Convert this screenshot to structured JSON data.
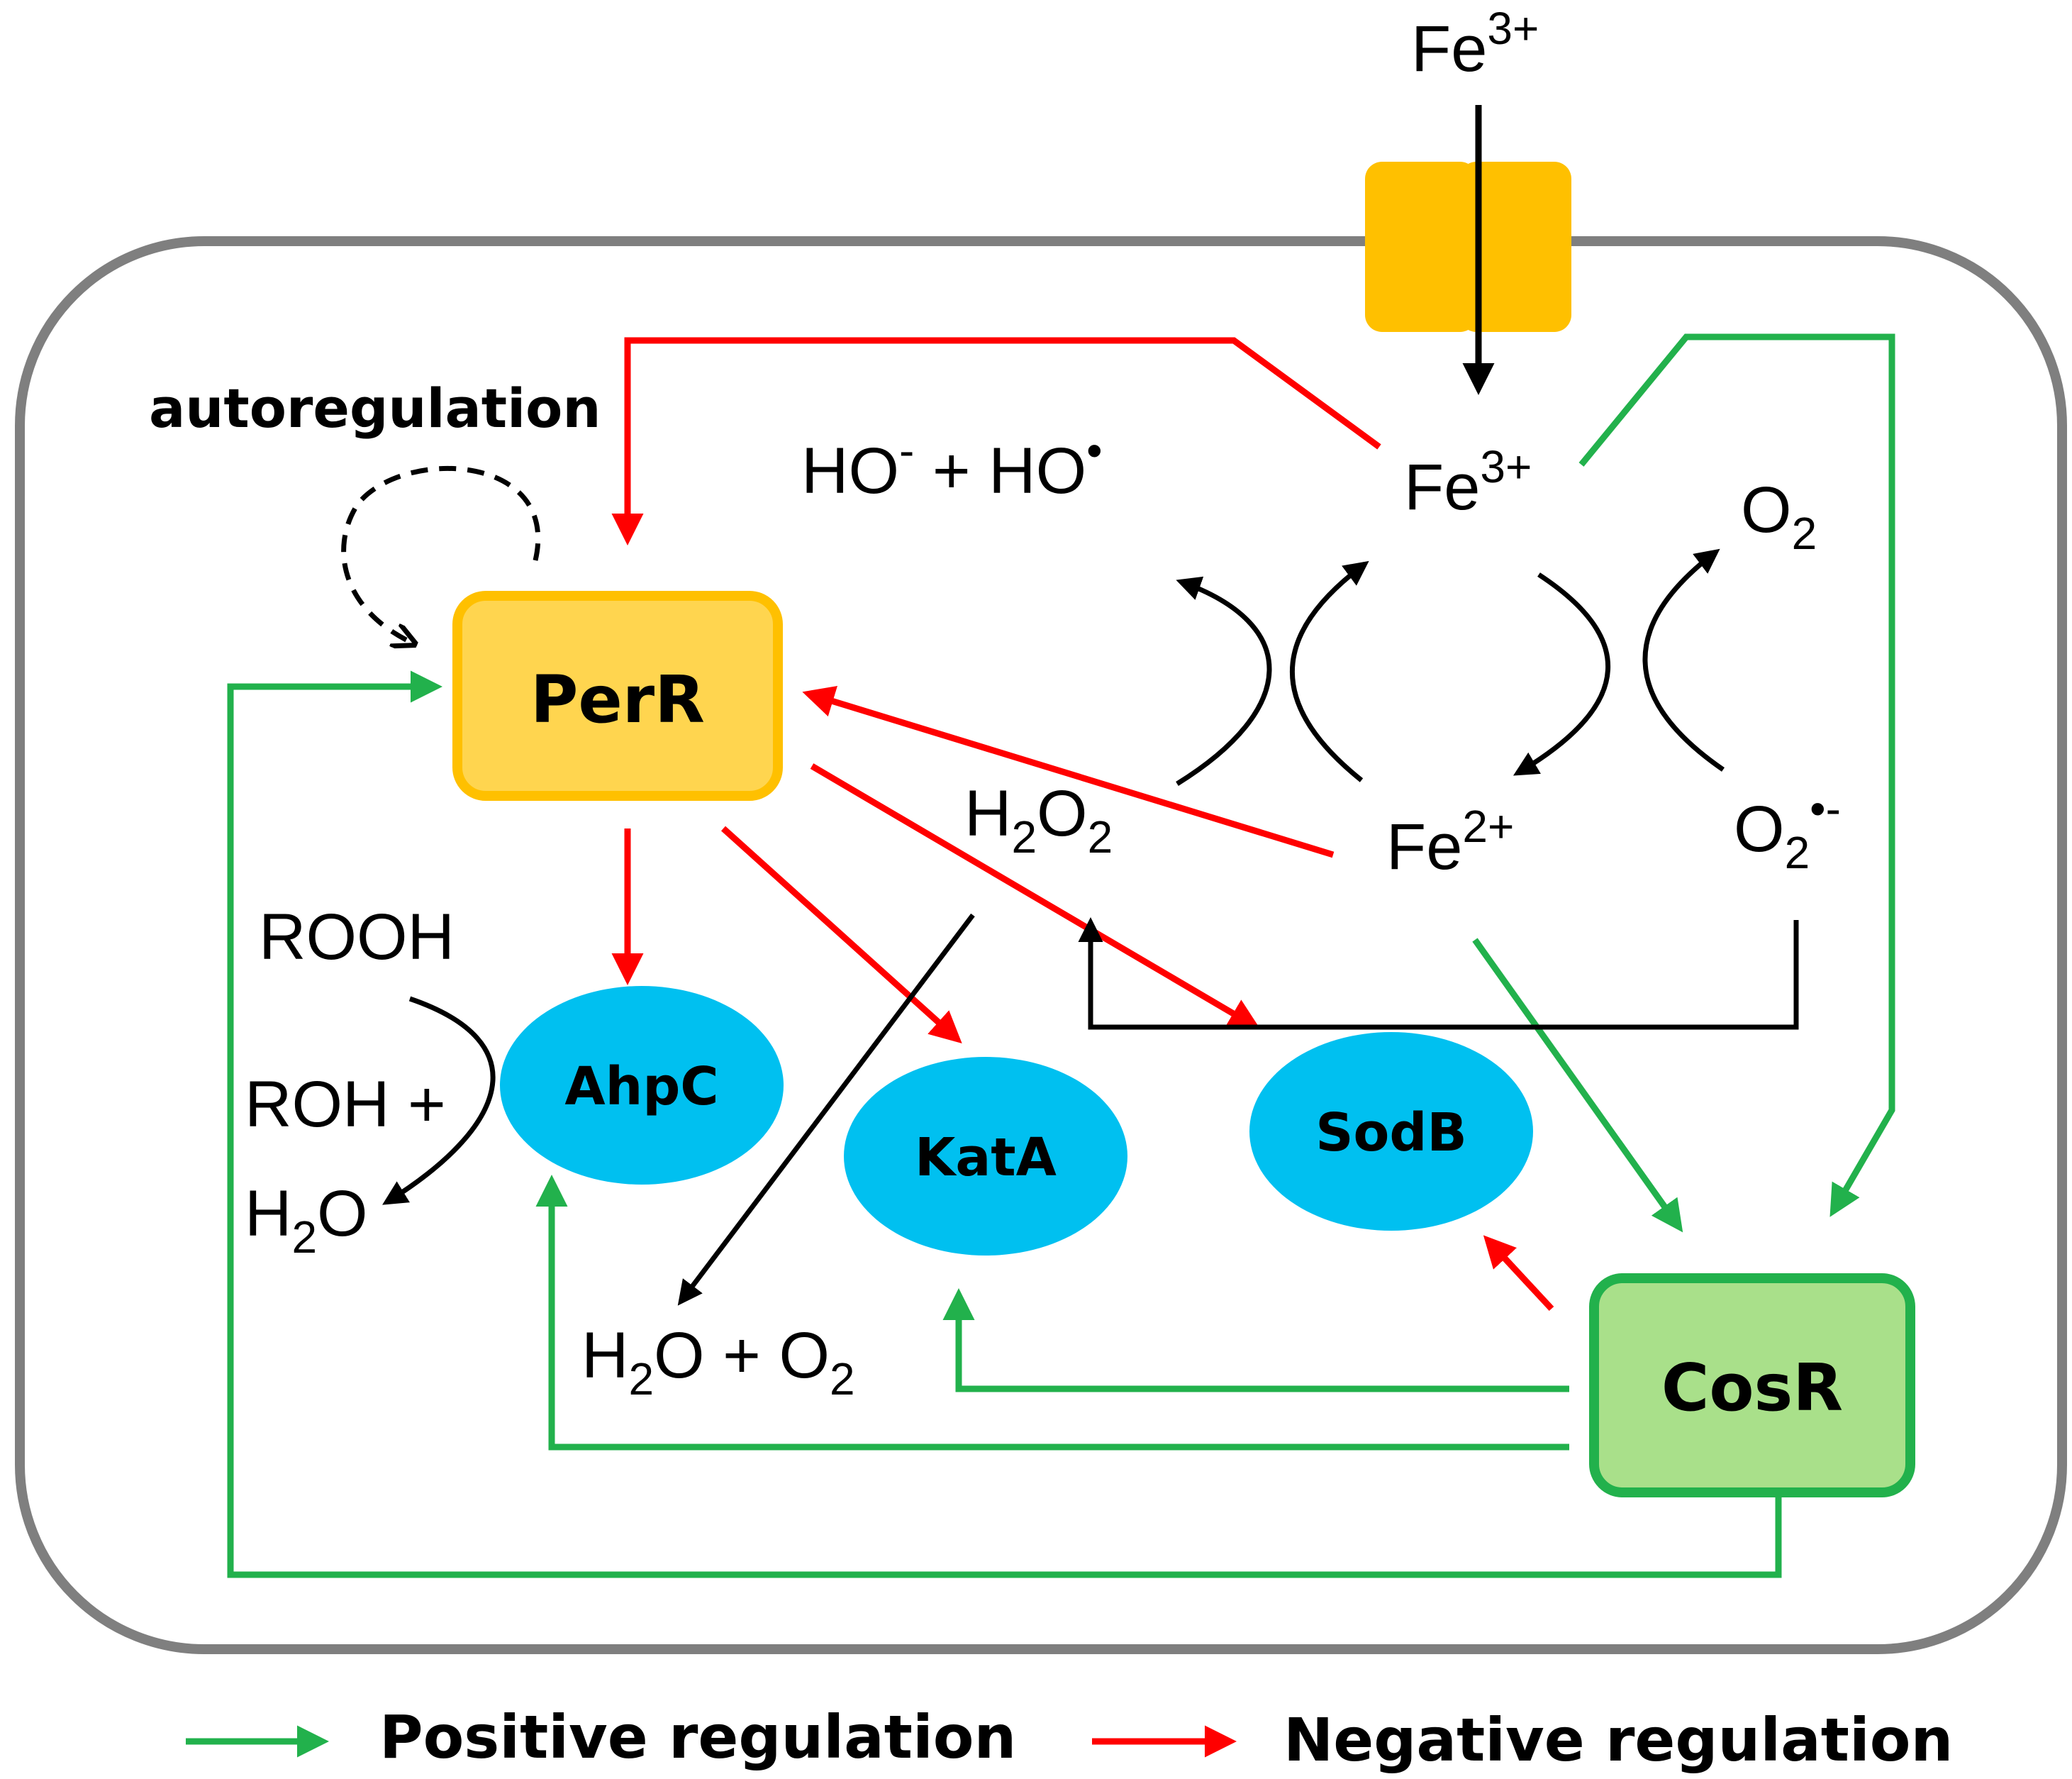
{
  "colors": {
    "positive": "#22B14C",
    "negative": "#FF0000",
    "neutral": "#000000",
    "cell_border": "#7F7F7F",
    "perr_fill": "#FFD54F",
    "perr_border": "#FFC000",
    "cosr_fill": "#A9E08A",
    "cosr_border": "#22B14C",
    "enzyme_fill": "#00C0F0",
    "channel": "#FFC000"
  },
  "regulators": {
    "perr": "PerR",
    "cosr": "CosR"
  },
  "enzymes": {
    "ahpc": "AhpC",
    "kata": "KatA",
    "sodb": "SodB"
  },
  "labels": {
    "autoregulation": "autoregulation"
  },
  "chemicals": {
    "fe3_outside": {
      "base": "Fe",
      "sup": "3+"
    },
    "fe3_inside": {
      "base": "Fe",
      "sup": "3+"
    },
    "fe2": {
      "base": "Fe",
      "sup": "2+"
    },
    "o2": {
      "base": "O",
      "sub": "2"
    },
    "superoxide": {
      "base": "O",
      "sub": "2",
      "sup": "•-"
    },
    "h2o2": {
      "p1": "H",
      "s1": "2",
      "p2": "O",
      "s2": "2"
    },
    "hydroxyl": {
      "a": "HO",
      "a_sup": "-",
      "b": " + HO",
      "b_sup": "•"
    },
    "rooh": "ROOH",
    "roh": "ROH +",
    "h2o": {
      "p1": "H",
      "s1": "2",
      "p2": "O"
    },
    "h2o_o2": {
      "p1": "H",
      "s1": "2",
      "p2": "O + O",
      "s2": "2"
    }
  },
  "legend": {
    "positive": "Positive regulation",
    "negative": "Negative regulation"
  }
}
